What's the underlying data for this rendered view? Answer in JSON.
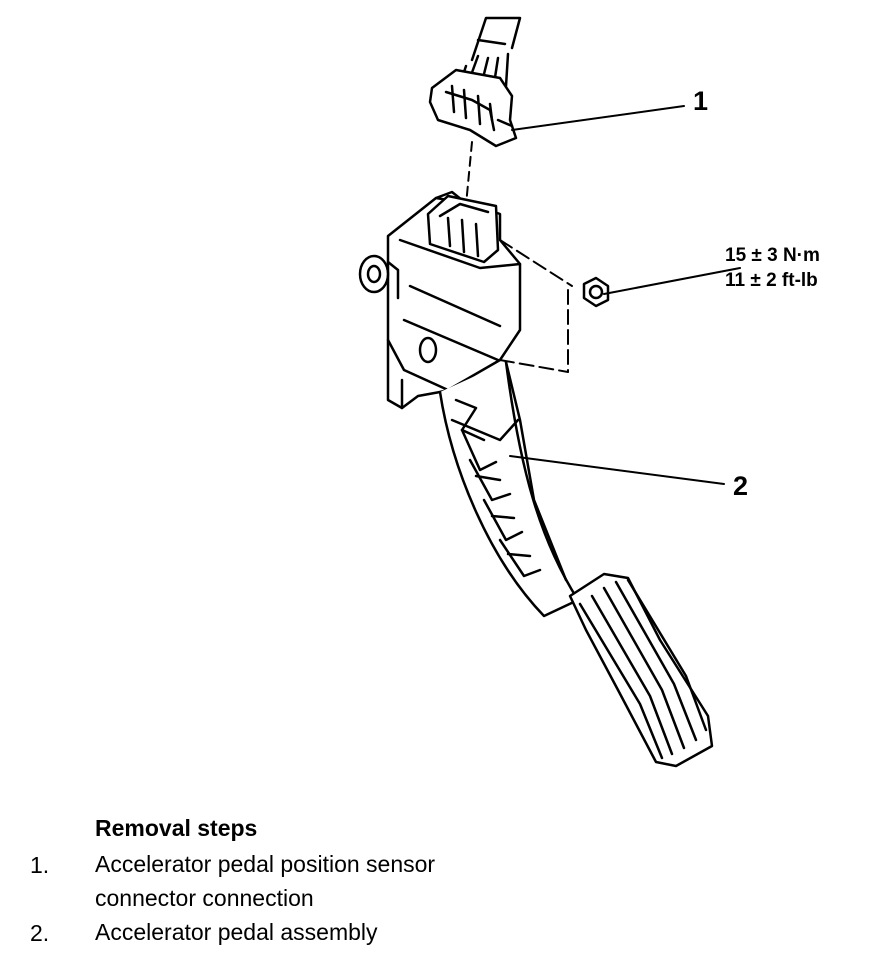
{
  "callouts": [
    {
      "number": "1"
    },
    {
      "number": "2"
    }
  ],
  "torque_spec": {
    "metric": "15 ± 3 N·m",
    "imperial": "11 ± 2 ft-lb"
  },
  "removal": {
    "title": "Removal steps",
    "steps": [
      {
        "number": "1.",
        "line1": "Accelerator pedal position sensor",
        "line2": "connector connection"
      },
      {
        "number": "2.",
        "line1": "Accelerator pedal assembly",
        "line2": ""
      }
    ]
  }
}
